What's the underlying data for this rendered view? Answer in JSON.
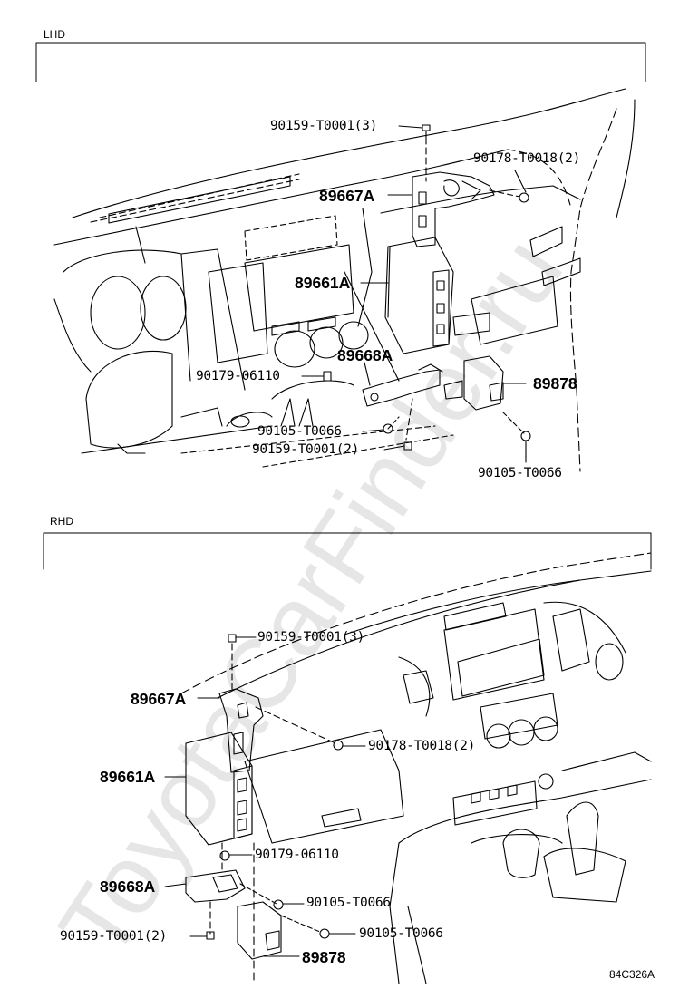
{
  "watermark": "ToyotaCarFinder.ru",
  "lhd": {
    "title": "LHD",
    "labels": {
      "screw_top": "90159-T0001(3)",
      "nut_right": "90178-T0018(2)",
      "bracket_upper": "89667A",
      "ecu": "89661A",
      "bracket_lower": "89668A",
      "nut_left": "90179-06110",
      "module": "89878",
      "bolt_mid": "90105-T0066",
      "screw_bottom": "90159-T0001(2)",
      "bolt_right": "90105-T0066"
    }
  },
  "rhd": {
    "title": "RHD",
    "labels": {
      "screw_top": "90159-T0001(3)",
      "bracket_upper": "89667A",
      "nut_right": "90178-T0018(2)",
      "ecu": "89661A",
      "nut_left": "90179-06110",
      "bracket_lower": "89668A",
      "bolt_a": "90105-T0066",
      "screw_bottom": "90159-T0001(2)",
      "bolt_b": "90105-T0066",
      "module": "89878"
    }
  },
  "figure_code": "84C326A"
}
